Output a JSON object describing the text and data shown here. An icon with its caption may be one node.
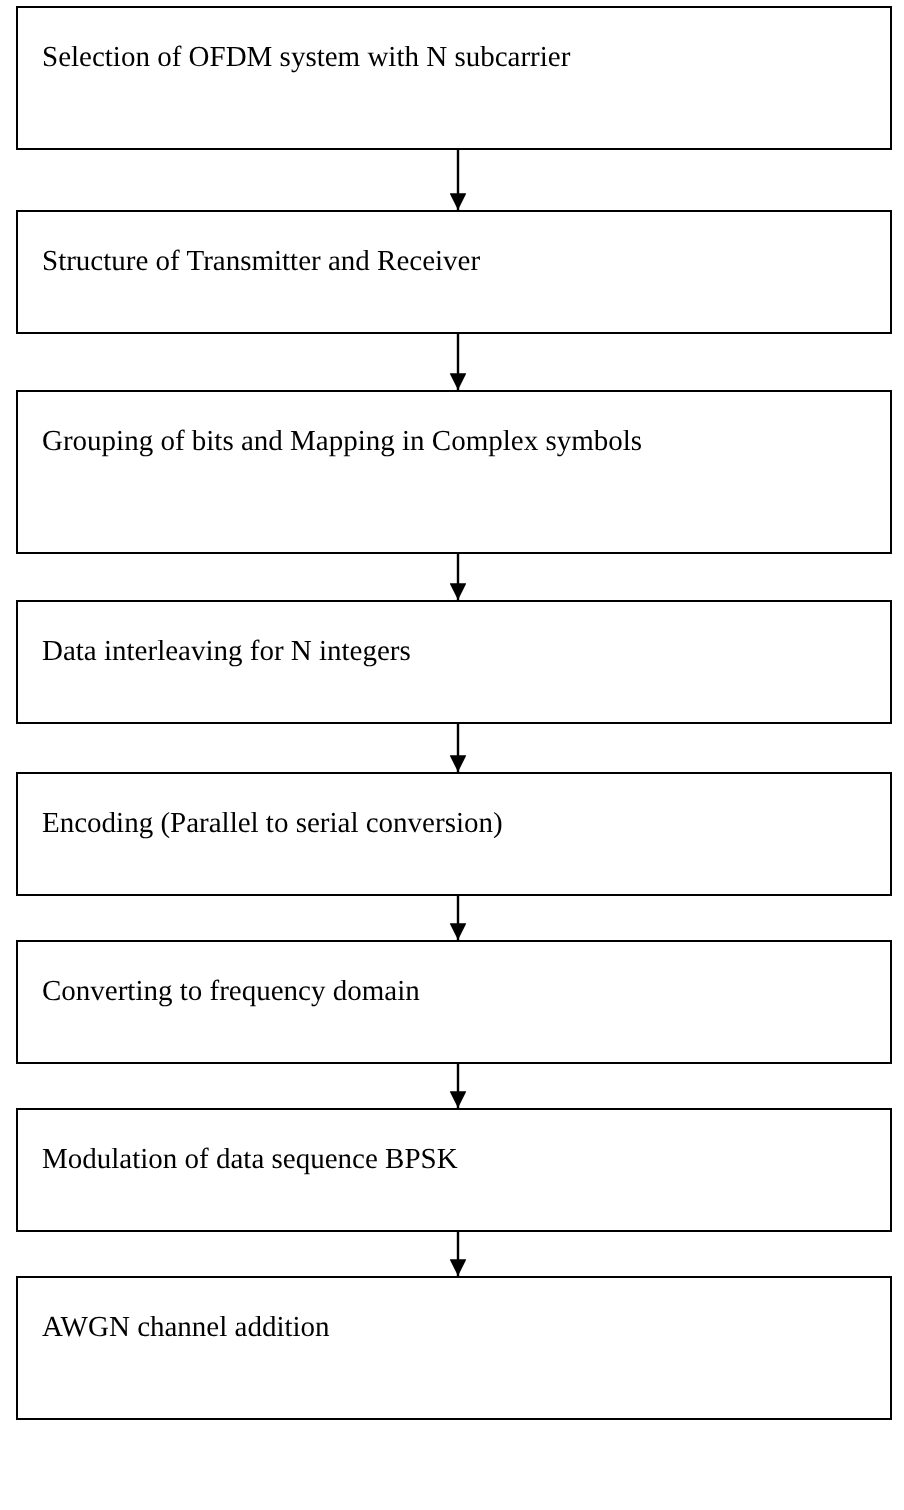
{
  "diagram": {
    "nodes": [
      {
        "text": [
          "Selection of OFDM system with N subcarrier"
        ]
      },
      {
        "text": [
          "Structure of Transmitter and Receiver"
        ]
      },
      {
        "text": [
          "Grouping of bits and Mapping in Complex symbols"
        ]
      },
      {
        "text": [
          "Data interleaving for N integers"
        ]
      },
      {
        "text": [
          "Encoding (Parallel to serial conversion)"
        ]
      },
      {
        "text": [
          "Converting to frequency domain"
        ]
      },
      {
        "text": [
          "Modulation of data sequence BPSK"
        ]
      },
      {
        "text": [
          "AWGN channel addition"
        ]
      }
    ],
    "edges": [
      {
        "from": 0,
        "to": 1,
        "arrow": "to"
      },
      {
        "from": 1,
        "to": 2,
        "arrow": "to"
      },
      {
        "from": 2,
        "to": 3,
        "arrow": "to"
      },
      {
        "from": 3,
        "to": 4,
        "arrow": "to"
      },
      {
        "from": 4,
        "to": 5,
        "arrow": "to"
      },
      {
        "from": 5,
        "to": 6,
        "arrow": "to"
      },
      {
        "from": 6,
        "to": 7,
        "arrow": "to"
      }
    ]
  }
}
